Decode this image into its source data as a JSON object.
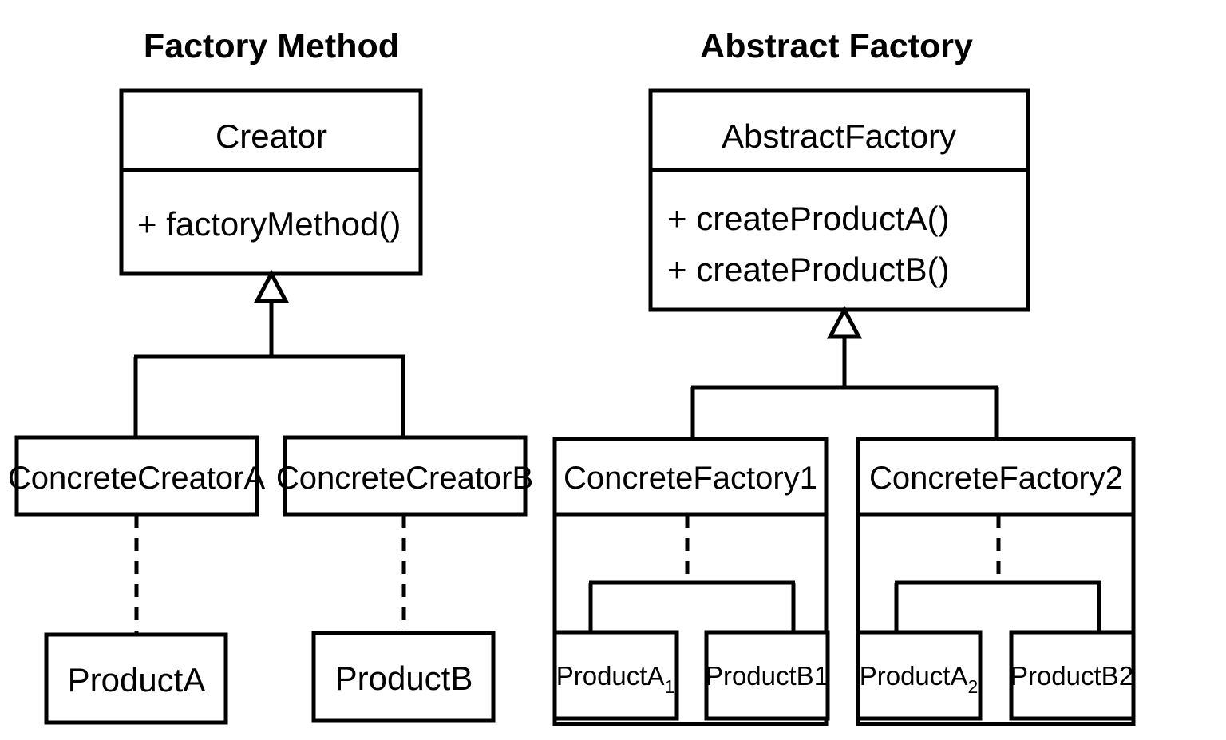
{
  "diagram": {
    "kind": "uml-class-diagram",
    "background_color": "#ffffff",
    "line_color": "#000000",
    "panels": [
      {
        "id": "factory-method",
        "title": "Factory Method"
      },
      {
        "id": "abstract-factory",
        "title": "Abstract Factory"
      }
    ]
  },
  "factory_method": {
    "title": "Factory Method",
    "creator": {
      "name": "Creator",
      "operations": [
        "+ factoryMethod()"
      ]
    },
    "subclasses": [
      {
        "name": "ConcreteCreatorA",
        "product": "ProductA"
      },
      {
        "name": "ConcreteCreatorB",
        "product": "ProductB"
      }
    ],
    "relations": {
      "generalization": "hollow-triangle",
      "dependency": "dashed-line"
    }
  },
  "abstract_factory": {
    "title": "Abstract Factory",
    "abstract_factory_class": {
      "name": "AbstractFactory",
      "operations": [
        "+ createProductA()",
        "+ createProductB()"
      ]
    },
    "concrete_factories": [
      {
        "name": "ConcreteFactory1",
        "products": [
          {
            "base": "ProductA",
            "sub": "1",
            "subscript": true
          },
          {
            "base": "ProductB1",
            "sub": "",
            "subscript": false
          }
        ]
      },
      {
        "name": "ConcreteFactory2",
        "products": [
          {
            "base": "ProductA",
            "sub": "2",
            "subscript": true
          },
          {
            "base": "ProductB2",
            "sub": "",
            "subscript": false
          }
        ]
      }
    ],
    "relations": {
      "generalization": "hollow-triangle",
      "dependency": "dashed-line"
    }
  }
}
